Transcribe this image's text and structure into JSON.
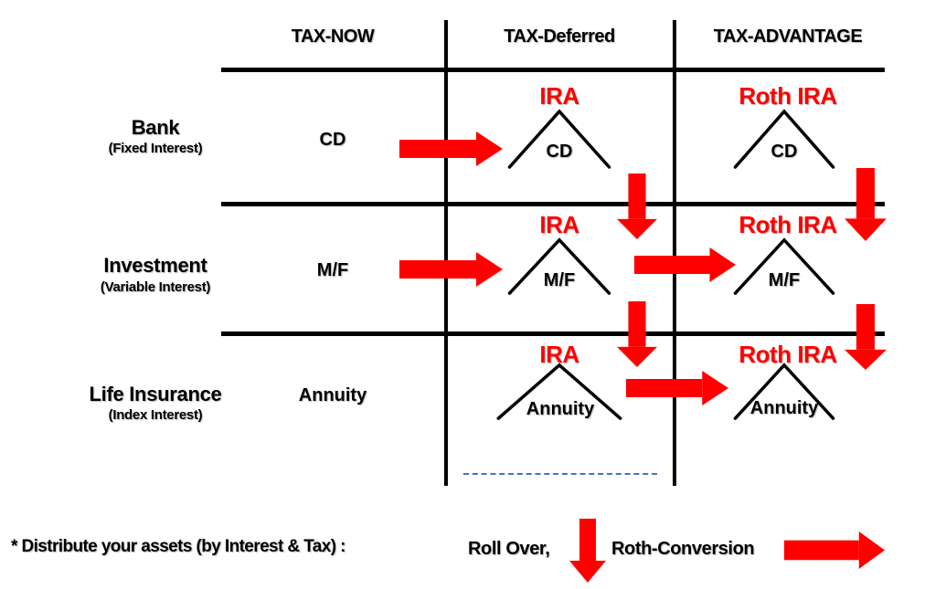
{
  "columns": [
    "TAX-NOW",
    "TAX-Deferred",
    "TAX-ADVANTAGE"
  ],
  "rows": [
    {
      "label": "Bank",
      "sublabel": "(Fixed Interest)",
      "now_item": "CD",
      "deferred_title": "IRA",
      "deferred_item": "CD",
      "advantage_title": "Roth IRA",
      "advantage_item": "CD"
    },
    {
      "label": "Investment",
      "sublabel": "(Variable Interest)",
      "now_item": "M/F",
      "deferred_title": "IRA",
      "deferred_item": "M/F",
      "advantage_title": "Roth IRA",
      "advantage_item": "M/F"
    },
    {
      "label": "Life Insurance",
      "sublabel": "(Index Interest)",
      "now_item": "Annuity",
      "deferred_title": "IRA",
      "deferred_item": "Annuity",
      "advantage_title": "Roth IRA",
      "advantage_item": "Annuity"
    }
  ],
  "legend": {
    "note": "* Distribute your assets (by Interest & Tax) :",
    "roll_over": "Roll Over,",
    "roth_conversion": "Roth-Conversion"
  },
  "colors": {
    "red": "#fe0000",
    "dashed_blue": "#4472c4"
  }
}
